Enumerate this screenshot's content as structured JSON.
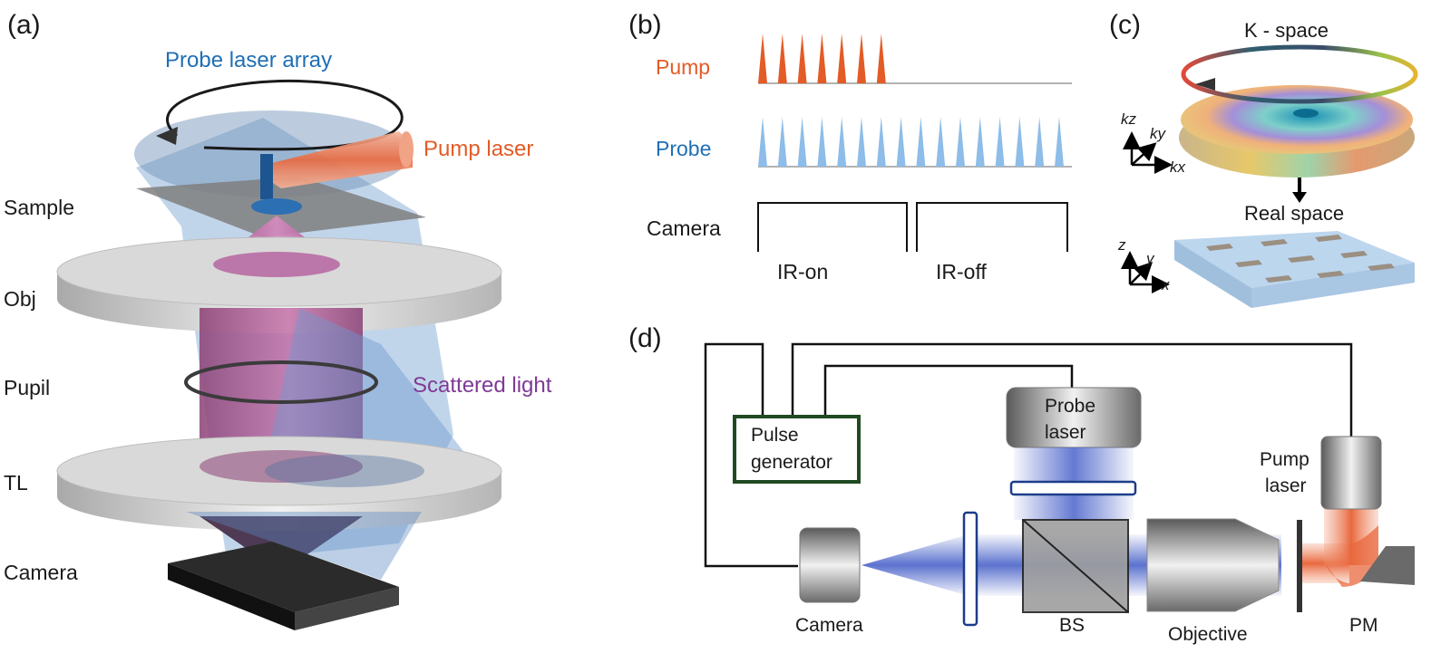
{
  "panels": {
    "a": {
      "letter": "(a)",
      "labels": {
        "probe_array": "Probe laser array",
        "pump": "Pump laser",
        "sample": "Sample",
        "obj": "Obj",
        "pupil": "Pupil",
        "scattered": "Scattered light",
        "tl": "TL",
        "camera": "Camera"
      }
    },
    "b": {
      "letter": "(b)",
      "rows": {
        "pump": "Pump",
        "probe": "Probe",
        "camera": "Camera"
      },
      "pump_pulse_count": 7,
      "probe_pulse_count": 16,
      "windows": [
        "IR-on",
        "IR-off"
      ]
    },
    "c": {
      "letter": "(c)",
      "kspace": "K - space",
      "real": "Real space",
      "k_axes": [
        "kz",
        "ky",
        "kx"
      ],
      "r_axes": [
        "z",
        "y",
        "x"
      ]
    },
    "d": {
      "letter": "(d)",
      "pulse_generator": [
        "Pulse",
        "generator"
      ],
      "probe_laser": [
        "Probe",
        "laser"
      ],
      "pump_laser": [
        "Pump",
        "laser"
      ],
      "camera": "Camera",
      "bs": "BS",
      "objective": "Objective",
      "pm": "PM"
    }
  },
  "colors": {
    "pump": "#e35b26",
    "probe": "#1f6fb5",
    "scattered": "#7e3a96",
    "probe_pulse": "#8dbde8"
  }
}
